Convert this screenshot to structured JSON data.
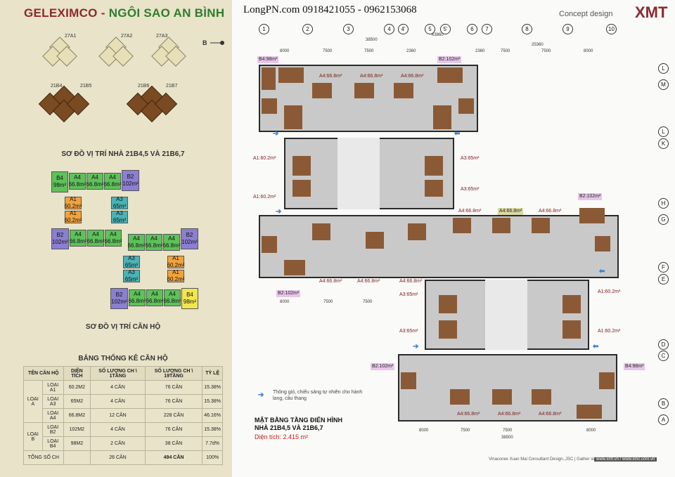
{
  "header": {
    "brand_part1": "GELEXIMCO",
    "brand_separator": " - ",
    "brand_part2": "NGÔI SAO AN BÌNH",
    "phone": "LongPN.com 0918421055 - 0962153068",
    "concept": "Concept design",
    "logo": "XMT"
  },
  "site_plan": {
    "title": "SƠ ĐỒ VỊ TRÍ NHÀ 21B4,5 VÀ 21B6,7",
    "north_label": "B",
    "buildings_top": [
      "27A1",
      "27A2",
      "27A3"
    ],
    "buildings_bottom": [
      "21B4",
      "21B5",
      "21B6",
      "21B7"
    ]
  },
  "unit_plan": {
    "title": "SƠ ĐỒ VỊ TRÍ CĂN HỘ",
    "blocks": [
      {
        "id": "B4",
        "area": "98m²"
      },
      {
        "id": "A4",
        "area": "66.8m²"
      },
      {
        "id": "B2",
        "area": "102m²"
      },
      {
        "id": "A1",
        "area": "60.2m²"
      },
      {
        "id": "A3",
        "area": "65m²"
      }
    ]
  },
  "stats_table": {
    "title": "BẢNG THỐNG KÊ CĂN HỘ",
    "headers": [
      "TÊN CĂN HỘ",
      "DIỆN TÍCH",
      "SỐ LƯỢNG CH \\ 1TẦNG",
      "SỐ LƯỢNG CH \\ 19TẦNG",
      "TỶ LỆ"
    ],
    "group_a": "LOẠI A",
    "group_b": "LOẠI B",
    "rows": [
      [
        "LOẠI A1",
        "60.2M2",
        "4 CĂN",
        "76 CĂN",
        "15.38%"
      ],
      [
        "LOẠI A3",
        "65M2",
        "4 CĂN",
        "76 CĂN",
        "15.38%"
      ],
      [
        "LOẠI A4",
        "66.8M2",
        "12 CĂN",
        "228 CĂN",
        "46.16%"
      ],
      [
        "LOẠI B2",
        "102M2",
        "4 CĂN",
        "76 CĂN",
        "15.38%"
      ],
      [
        "LOẠI B4",
        "98M2",
        "2 CĂN",
        "38 CĂN",
        "7.7d%"
      ]
    ],
    "total": [
      "TỔNG SỐ CH",
      "",
      "26 CĂN",
      "494 CĂN",
      "100%"
    ]
  },
  "floor_plan": {
    "grid_cols": [
      "1",
      "2",
      "3",
      "4",
      "4'",
      "5",
      "5'",
      "6",
      "7",
      "8",
      "9",
      "10"
    ],
    "grid_rows": [
      "L",
      "M",
      "L",
      "K",
      "H",
      "G",
      "F",
      "E",
      "D",
      "C",
      "B",
      "A"
    ],
    "dims_top": [
      "8000",
      "7500",
      "7500",
      "2360",
      "2360",
      "7500",
      "7500",
      "8000"
    ],
    "total_top": [
      "38500",
      "63860",
      "25360"
    ],
    "dims_bottom": [
      "8000",
      "7500",
      "7500",
      "8000"
    ],
    "total_bottom": "38500",
    "unit_tags": {
      "b4": "B4:98m²",
      "a4": "A4:66.8m²",
      "b2": "B2:102m²",
      "a1": "A1:60.2m²",
      "a3": "A3:65m²"
    },
    "legend_text": "Thông gió, chiếu sáng tự nhiên cho hành lang, cầu thang",
    "caption_line1": "MẶT BẰNG TẦNG ĐIỂN HÌNH",
    "caption_line2": "NHÀ 21B4,5 VÀ 21B6,7",
    "area_label": "Diện tích: 2.415 m²"
  },
  "footer": {
    "company": "Vinaconex Xuan Mai Consultant Design.,JSC  |  Gather simple things, make stable belief",
    "site": "www.xmt.vn / www.xmc.com.vn"
  }
}
